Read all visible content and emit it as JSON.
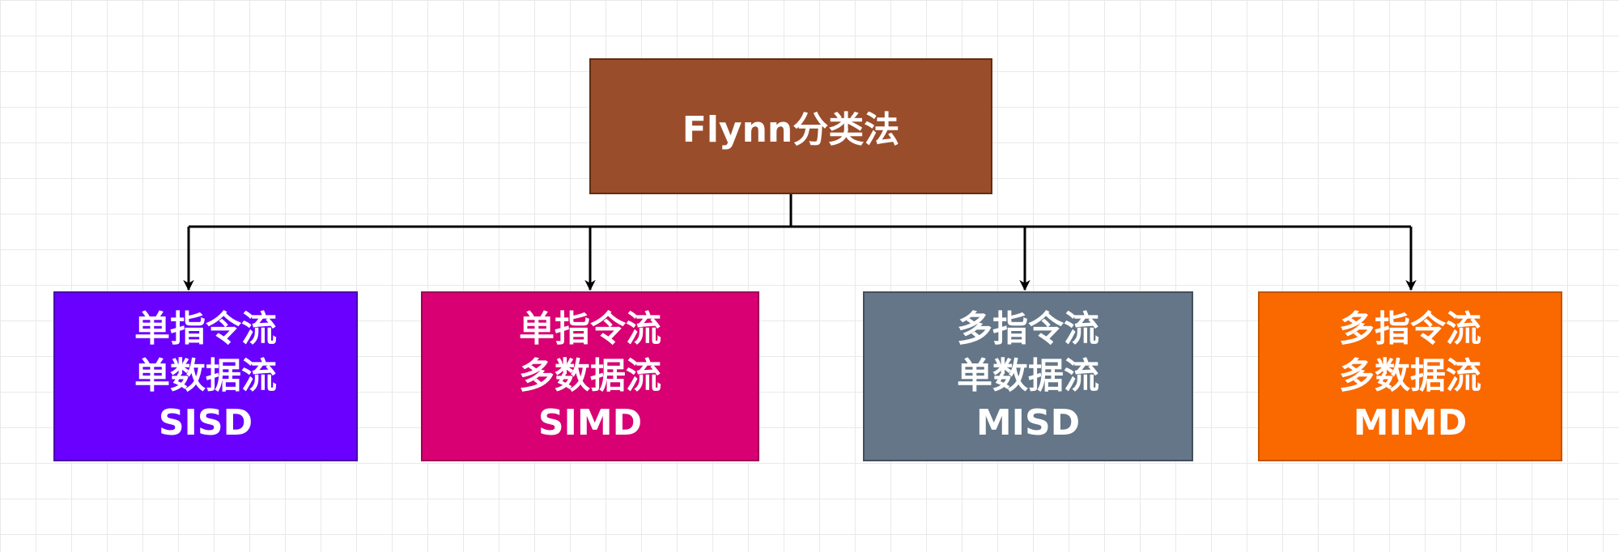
{
  "root": {
    "label": "Flynn分类法",
    "color": "#9a4d2b"
  },
  "children": [
    {
      "line1": "单指令流",
      "line2": "单数据流",
      "abbr": "SISD",
      "color": "#6a00ff"
    },
    {
      "line1": "单指令流",
      "line2": "多数据流",
      "abbr": "SIMD",
      "color": "#d80073"
    },
    {
      "line1": "多指令流",
      "line2": "单数据流",
      "abbr": "MISD",
      "color": "#647687"
    },
    {
      "line1": "多指令流",
      "line2": "多数据流",
      "abbr": "MIMD",
      "color": "#fa6800"
    }
  ],
  "connector_color": "#000000"
}
